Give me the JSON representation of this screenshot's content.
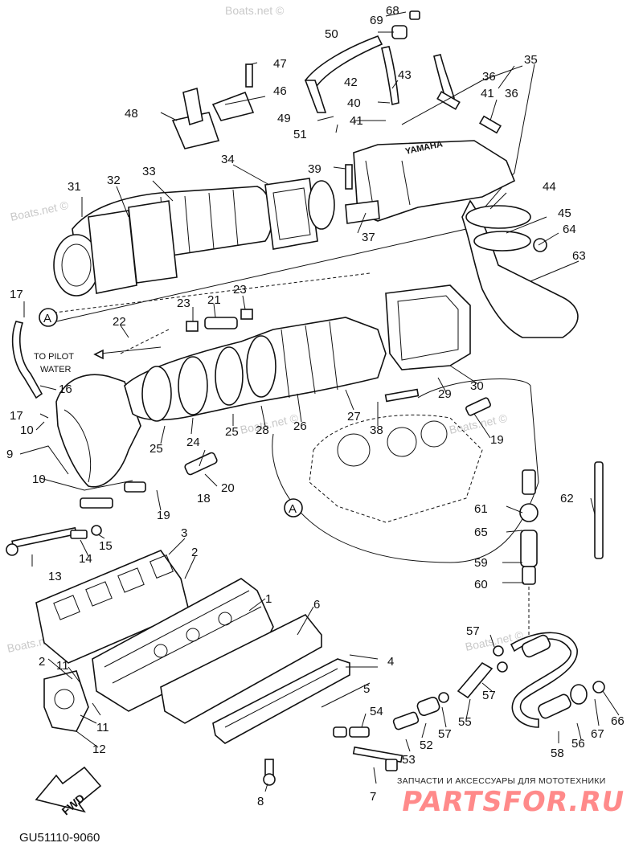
{
  "diagram": {
    "code": "GU51110-9060",
    "shop_text": "ЗАПЧАСТИ И АКСЕССУАРЫ ДЛЯ МОТОТЕХНИКИ",
    "shop_brand": "PARTSFOR.RU",
    "watermark": "Boats.net ©",
    "fwd_label": "FWD",
    "pilot_label_1": "TO PILOT",
    "pilot_label_2": "WATER",
    "ref_mark": "A",
    "yamaha_text": "YAMAHA",
    "callouts": [
      "1",
      "2",
      "2",
      "3",
      "4",
      "5",
      "6",
      "7",
      "8",
      "9",
      "10",
      "10",
      "11",
      "11",
      "12",
      "13",
      "14",
      "15",
      "16",
      "17",
      "17",
      "18",
      "19",
      "19",
      "20",
      "21",
      "22",
      "23",
      "23",
      "24",
      "25",
      "25",
      "26",
      "27",
      "28",
      "29",
      "30",
      "31",
      "32",
      "33",
      "34",
      "35",
      "36",
      "36",
      "37",
      "38",
      "39",
      "40",
      "41",
      "41",
      "42",
      "43",
      "44",
      "45",
      "46",
      "47",
      "48",
      "49",
      "50",
      "51",
      "52",
      "53",
      "54",
      "55",
      "56",
      "57",
      "57",
      "57",
      "58",
      "59",
      "60",
      "61",
      "62",
      "63",
      "64",
      "65",
      "66",
      "67",
      "68",
      "69"
    ]
  }
}
